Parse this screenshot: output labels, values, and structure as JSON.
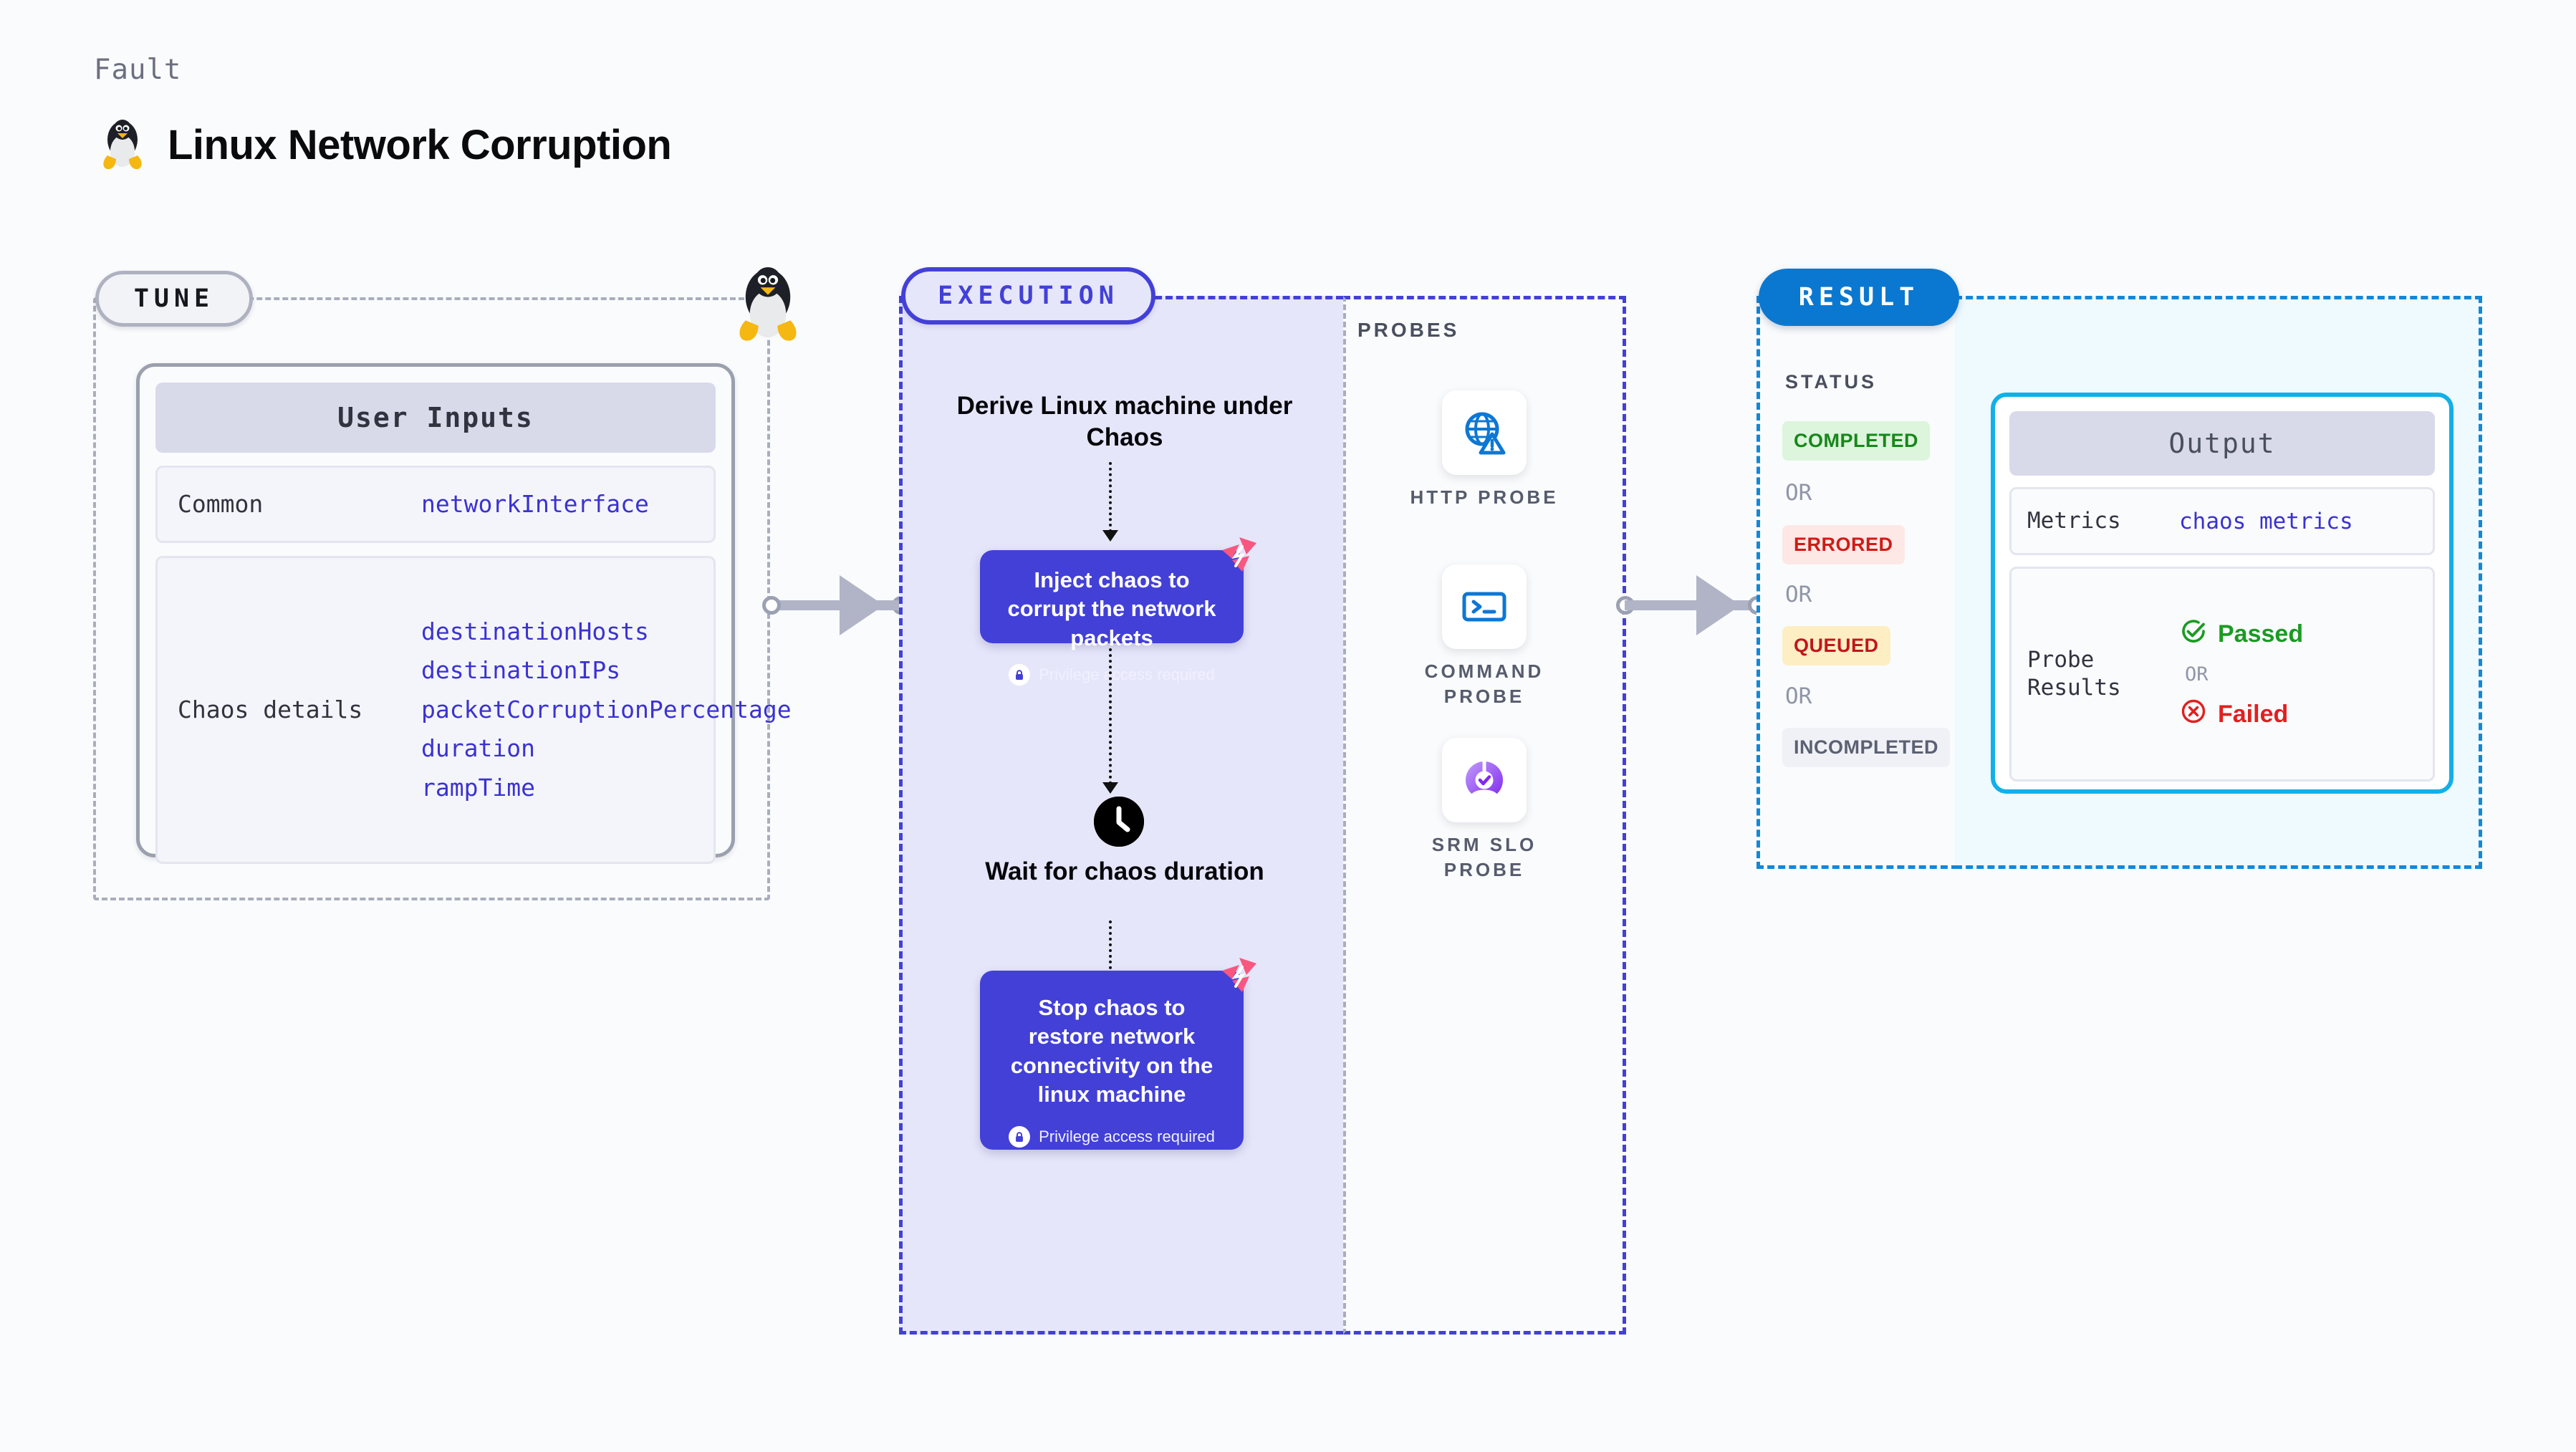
{
  "header": {
    "fault_label": "Fault",
    "title": "Linux Network Corruption",
    "icon": "linux-penguin-icon"
  },
  "tune": {
    "badge": "TUNE",
    "penguin_icon": "linux-penguin-icon",
    "card_title": "User Inputs",
    "rows": [
      {
        "key": "Common",
        "values": [
          "networkInterface"
        ]
      },
      {
        "key": "Chaos details",
        "values": [
          "destinationHosts",
          "destinationIPs",
          "packetCorruptionPercentage",
          "duration",
          "rampTime"
        ]
      }
    ]
  },
  "execution": {
    "badge": "EXECUTION",
    "step1_title": "Derive Linux machine under Chaos",
    "inject_box": {
      "title": "Inject chaos to corrupt the network packets",
      "privilege_note": "Privilege access required",
      "lock_icon": "lock-icon",
      "brand_icon": "harness-logo-icon"
    },
    "wait_step": {
      "icon": "clock-icon",
      "title": "Wait for chaos duration"
    },
    "stop_box": {
      "title": "Stop chaos to restore network connectivity on the linux machine",
      "privilege_note": "Privilege access required",
      "lock_icon": "lock-icon",
      "brand_icon": "harness-logo-icon"
    }
  },
  "probes": {
    "label": "PROBES",
    "items": [
      {
        "name": "HTTP PROBE",
        "icon": "globe-warning-icon"
      },
      {
        "name": "COMMAND PROBE",
        "icon": "terminal-icon"
      },
      {
        "name": "SRM SLO PROBE",
        "icon": "slo-check-icon"
      }
    ]
  },
  "result": {
    "badge": "RESULT",
    "status_label": "STATUS",
    "or_text": "OR",
    "statuses": [
      {
        "label": "COMPLETED",
        "bg": "#dcf5dc",
        "fg": "#18871b"
      },
      {
        "label": "ERRORED",
        "bg": "#fde8e6",
        "fg": "#d01b16"
      },
      {
        "label": "QUEUED",
        "bg": "#fdeec4",
        "fg": "#c2161a"
      },
      {
        "label": "INCOMPLETED",
        "bg": "#f0f1f6",
        "fg": "#5b6173"
      }
    ]
  },
  "output": {
    "card_title": "Output",
    "metrics": {
      "key": "Metrics",
      "value": "chaos metrics"
    },
    "probe_results": {
      "key": "Probe Results",
      "or_text": "OR",
      "passed": {
        "label": "Passed",
        "color": "#1a9b22",
        "icon": "check-circle-icon"
      },
      "failed": {
        "label": "Failed",
        "color": "#e02020",
        "icon": "x-circle-icon"
      }
    }
  },
  "colors": {
    "accent_purple": "#4340d8",
    "accent_blue": "#0a78d0",
    "accent_cyan": "#12b0e8",
    "pink": "#f8577f",
    "panel_lavender": "#e6e6fb",
    "panel_cyan": "#effaff"
  }
}
